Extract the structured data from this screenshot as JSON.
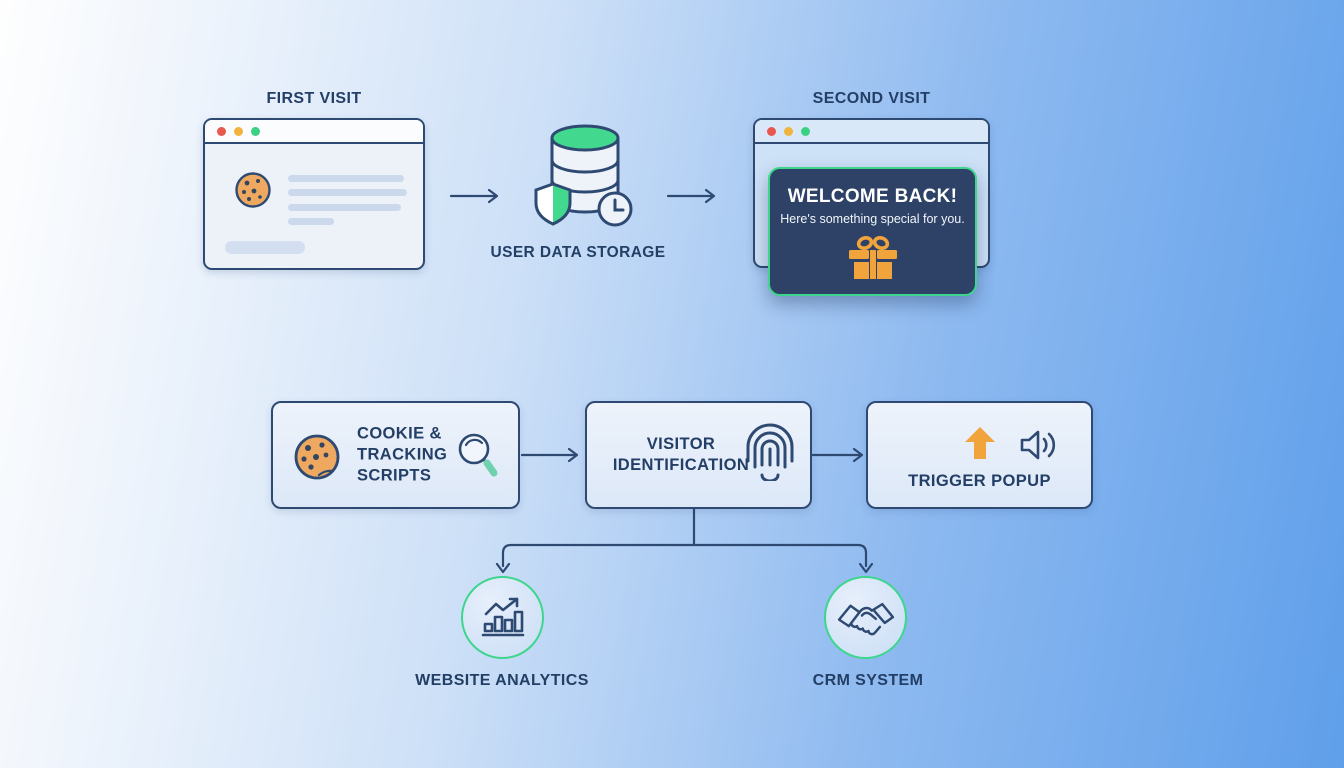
{
  "top_flow": {
    "first_visit": {
      "title": "FIRST VISIT"
    },
    "storage": {
      "label": "USER DATA STORAGE"
    },
    "second_visit": {
      "title": "SECOND VISIT",
      "popup": {
        "title": "WELCOME BACK!",
        "subtitle": "Here's something special for you."
      }
    }
  },
  "bottom_flow": {
    "boxes": [
      {
        "label": "COOKIE & TRACKING SCRIPTS"
      },
      {
        "label": "VISITOR IDENTIFICATION"
      },
      {
        "label": "TRIGGER POPUP"
      }
    ],
    "nodes": [
      {
        "label": "WEBSITE ANALYTICS"
      },
      {
        "label": "CRM SYSTEM"
      }
    ]
  },
  "colors": {
    "navy": "#2e4a72",
    "text_navy": "#233f66",
    "green": "#3ed68c",
    "orange": "#f2a43c",
    "popup_bg": "#2d4266",
    "bg_left": "#fefefe",
    "bg_right": "#5f9fea"
  }
}
